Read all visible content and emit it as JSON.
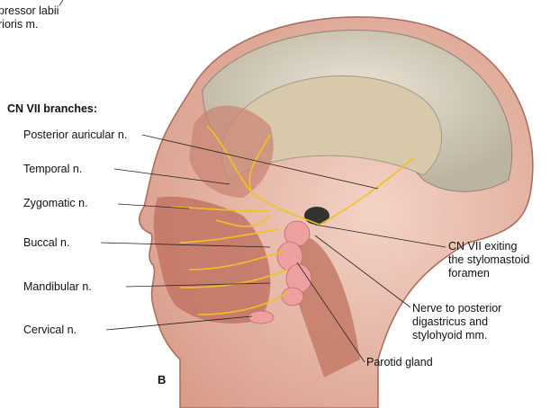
{
  "figure_letter": "B",
  "top_left_label": [
    "pressor labii",
    "rioris m."
  ],
  "group_heading": "CN VII branches:",
  "left_labels": [
    "Posterior auricular n.",
    "Temporal n.",
    "Zygomatic n.",
    "Buccal n.",
    "Mandibular n.",
    "Cervical n."
  ],
  "right_labels": {
    "cn7_exit": [
      "CN VII exiting",
      "the stylomastoid",
      "foramen"
    ],
    "nerve_posterior": [
      "Nerve to posterior",
      "digastricus and",
      "stylohyoid mm."
    ],
    "parotid": "Parotid gland"
  },
  "colors": {
    "nerve": "#f2c21b",
    "skin": "#e8b8a8",
    "muscle": "#c97b6a",
    "skull": "#d9d2c0",
    "gland": "#f0a0a0"
  }
}
